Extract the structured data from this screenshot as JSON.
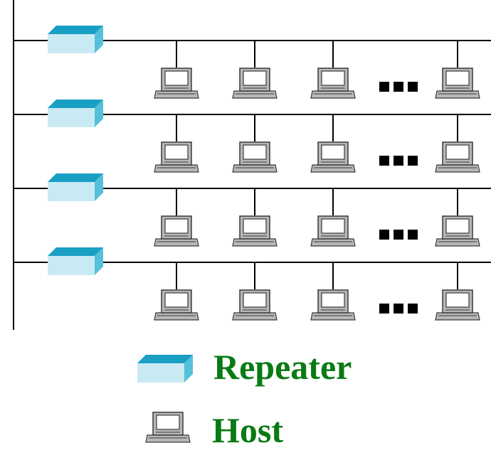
{
  "colors": {
    "line": "#000000",
    "repeater_top": "#1a9fc4",
    "repeater_front": "#c9eaf3",
    "repeater_side": "#55c0da",
    "host_fill": "#b8b8b8",
    "host_outline": "#3a3a3a",
    "host_screen": "#ffffff",
    "legend_text": "#0a7a14"
  },
  "legend": {
    "repeater_label": "Repeater",
    "host_label": "Host"
  },
  "network": {
    "segments": [
      {
        "id": "segment-1",
        "repeater_icon": "repeater-icon",
        "host_icon": "host-icon",
        "hosts_before_ellipsis": 3,
        "hosts_after_ellipsis": 1
      },
      {
        "id": "segment-2",
        "repeater_icon": "repeater-icon",
        "host_icon": "host-icon",
        "hosts_before_ellipsis": 3,
        "hosts_after_ellipsis": 1
      },
      {
        "id": "segment-3",
        "repeater_icon": "repeater-icon",
        "host_icon": "host-icon",
        "hosts_before_ellipsis": 3,
        "hosts_after_ellipsis": 1
      },
      {
        "id": "segment-4",
        "repeater_icon": "repeater-icon",
        "host_icon": "host-icon",
        "hosts_before_ellipsis": 3,
        "hosts_after_ellipsis": 1
      }
    ]
  }
}
